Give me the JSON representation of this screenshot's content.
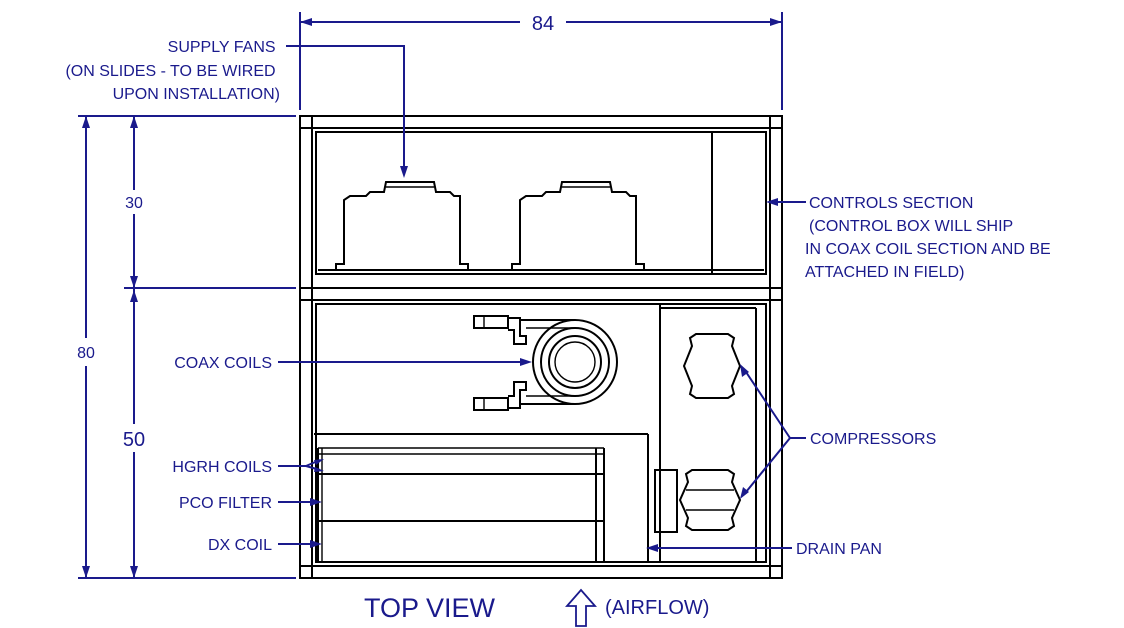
{
  "dimensions": {
    "width": "84",
    "total_depth": "80",
    "upper_depth": "30",
    "lower_depth": "50"
  },
  "labels": {
    "supply_fans": [
      "SUPPLY FANS",
      "(ON SLIDES - TO BE WIRED",
      "UPON INSTALLATION)"
    ],
    "controls_section": [
      "CONTROLS SECTION",
      "(CONTROL BOX WILL SHIP",
      "IN COAX COIL SECTION AND BE",
      "ATTACHED IN FIELD)"
    ],
    "coax_coils": "COAX COILS",
    "compressors": "COMPRESSORS",
    "hgrh_coils": "HGRH COILS",
    "pco_filter": "PCO FILTER",
    "dx_coil": "DX COIL",
    "drain_pan": "DRAIN PAN"
  },
  "footer": {
    "title": "TOP VIEW",
    "airflow": "(AIRFLOW)"
  },
  "colors": {
    "annotation": "#1a1a8c",
    "linework": "#000000"
  }
}
